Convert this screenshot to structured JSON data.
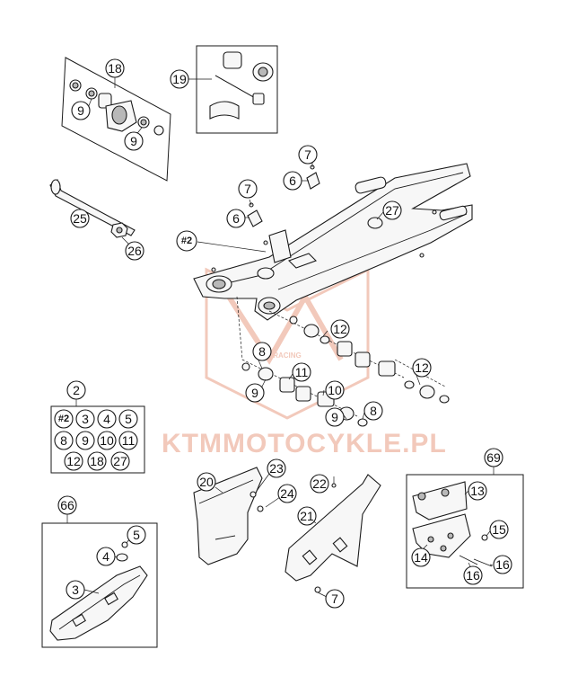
{
  "watermark": {
    "text": "KTMMOTOCYKLE.PL",
    "logo_text": "RACING",
    "color": "#f2c9bb"
  },
  "callouts": {
    "c18": "18",
    "c9a": "9",
    "c9b": "9",
    "c19": "19",
    "c7a": "7",
    "c6a": "6",
    "c7b": "7",
    "c6b": "6",
    "c27": "27",
    "c25": "25",
    "c26": "26",
    "c2ref": "#2",
    "c12a": "12",
    "c8a": "8",
    "c11": "11",
    "c9c": "9",
    "c10": "10",
    "c9d": "9",
    "c8b": "8",
    "c12b": "12",
    "c2": "2",
    "c20": "20",
    "c23": "23",
    "c24": "24",
    "c22": "22",
    "c21": "21",
    "c7c": "7",
    "c69": "69",
    "c13": "13",
    "c15": "15",
    "c14": "14",
    "c16a": "16",
    "c16b": "16",
    "c66": "66",
    "c5": "5",
    "c4": "4",
    "c3": "3"
  },
  "kit_grid": [
    "#2",
    "3",
    "4",
    "5",
    "8",
    "9",
    "10",
    "11",
    "12",
    "18",
    "27"
  ]
}
